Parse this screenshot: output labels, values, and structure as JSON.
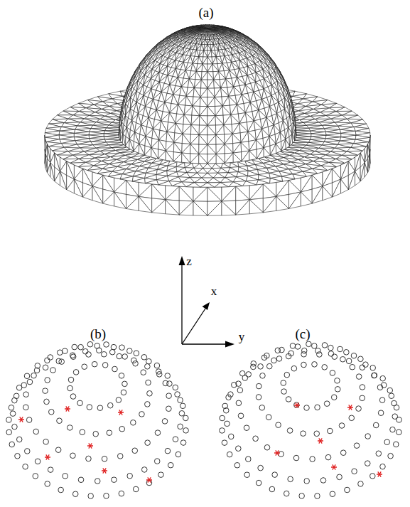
{
  "diagram": {
    "labels": [
      "(a)",
      "z",
      "x",
      "y",
      "(b)",
      "(c)"
    ]
  }
}
